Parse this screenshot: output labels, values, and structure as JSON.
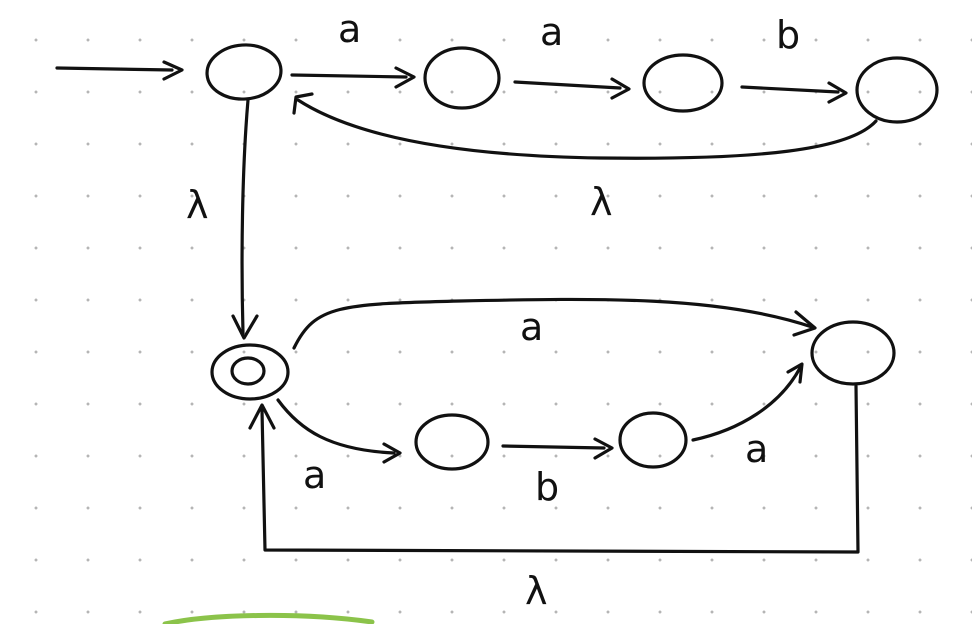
{
  "diagram": {
    "labels": {
      "a1": "a",
      "a2": "a",
      "b1": "b",
      "lambda_back": "λ",
      "lambda_down": "λ",
      "a_top_lower": "a",
      "a_lower_left": "a",
      "b_lower": "b",
      "a_lower_right": "a",
      "lambda_bottom": "λ"
    },
    "colors": {
      "ink": "#111111",
      "grid_dot": "#b5b5b5",
      "accent_green": "#8bc34a"
    }
  }
}
